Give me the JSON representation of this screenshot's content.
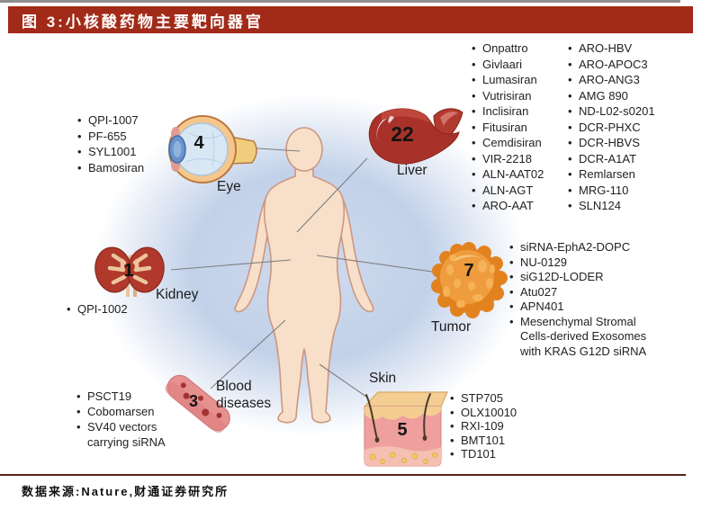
{
  "title": "图 3:小核酸药物主要靶向器官",
  "source": "数据来源:Nature,财通证券研究所",
  "colors": {
    "title_bar": "#a22a18",
    "bottom_rule": "#5a1f1b",
    "glow": "#c2d1e9",
    "body_skin": "#f8dfc9",
    "liver": "#a8322a",
    "kidney": "#b0392b",
    "tumor": "#ec9338",
    "vessel": "#e79090",
    "skin_top": "#f3cd92",
    "skin_front": "#ef9f9e",
    "eye_ring": "#f5c78c",
    "eye_inner": "#d9e7f5"
  },
  "organs": {
    "eye": {
      "label": "Eye",
      "count": "4",
      "drugs": [
        "QPI-1007",
        "PF-655",
        "SYL1001",
        "Bamosiran"
      ]
    },
    "liver": {
      "label": "Liver",
      "count": "22",
      "drugs_col1": [
        "Onpattro",
        "Givlaari",
        "Lumasiran",
        "Vutrisiran",
        "Inclisiran",
        "Fitusiran",
        "Cemdisiran",
        "VIR-2218",
        "ALN-AAT02",
        "ALN-AGT",
        "ARO-AAT"
      ],
      "drugs_col2": [
        "ARO-HBV",
        "ARO-APOC3",
        "ARO-ANG3",
        "AMG 890",
        "ND-L02-s0201",
        "DCR-PHXC",
        "DCR-HBVS",
        "DCR-A1AT",
        "Remlarsen",
        "MRG-110",
        "SLN124"
      ]
    },
    "kidney": {
      "label": "Kidney",
      "count": "1",
      "drugs": [
        "QPI-1002"
      ]
    },
    "tumor": {
      "label": "Tumor",
      "count": "7",
      "drugs": [
        "siRNA-EphA2-DOPC",
        "NU-0129",
        "siG12D-LODER",
        "Atu027",
        "APN401",
        "Mesenchymal Stromal Cells-derived Exosomes with KRAS G12D siRNA"
      ]
    },
    "blood": {
      "label": "Blood diseases",
      "count": "3",
      "drugs": [
        "PSCT19",
        "Cobomarsen",
        "SV40 vectors carrying siRNA"
      ]
    },
    "skin": {
      "label": "Skin",
      "count": "5",
      "drugs": [
        "STP705",
        "OLX10010",
        "RXI-109",
        "BMT101",
        "TD101"
      ]
    }
  }
}
